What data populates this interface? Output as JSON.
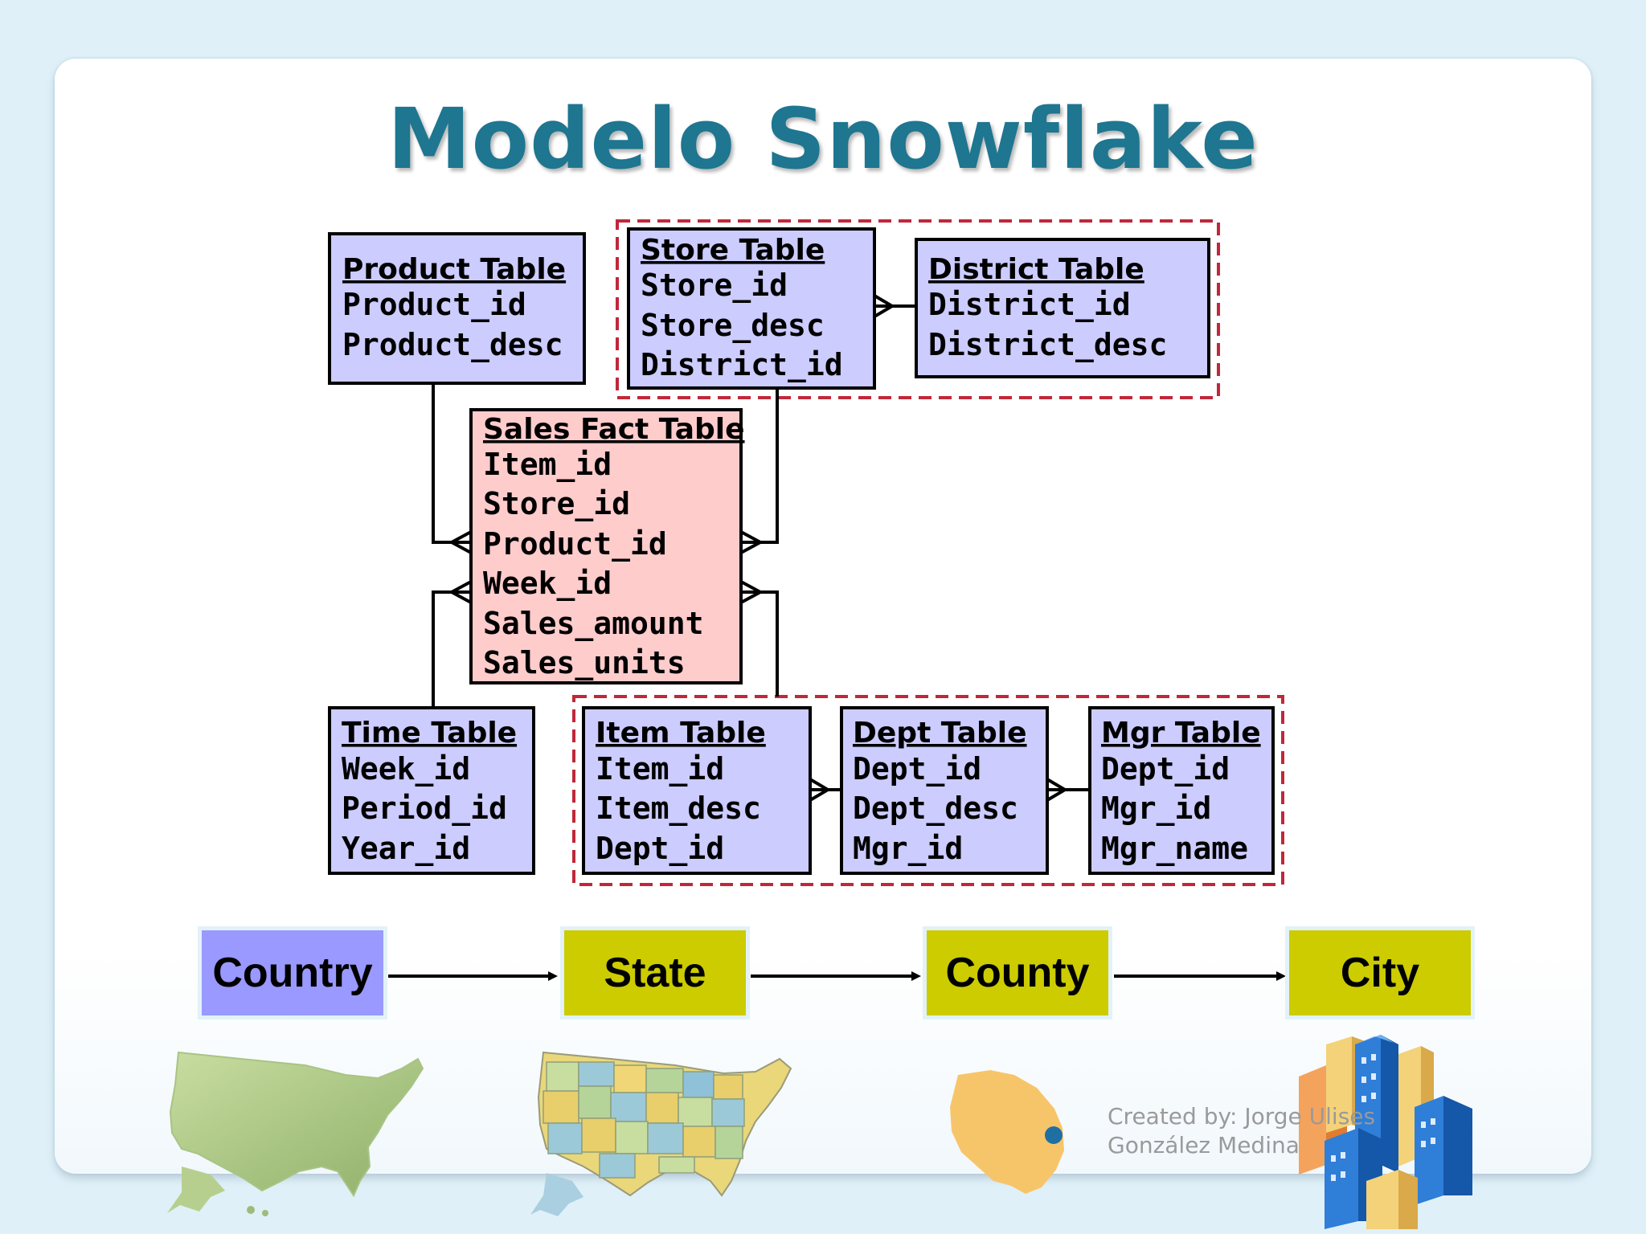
{
  "slide": {
    "title": "Modelo Snowflake",
    "credit_line1": "Created by: Jorge Ulises",
    "credit_line2": "González Medina"
  },
  "tables": {
    "product": {
      "title": "Product Table",
      "fields": [
        "Product_id",
        "Product_desc"
      ]
    },
    "store": {
      "title": "Store Table",
      "fields": [
        "Store_id",
        "Store_desc",
        "District_id"
      ]
    },
    "district": {
      "title": "District Table",
      "fields": [
        "District_id",
        "District_desc"
      ]
    },
    "sales": {
      "title": "Sales Fact Table",
      "fields": [
        "Item_id",
        "Store_id",
        "Product_id",
        "Week_id",
        "Sales_amount",
        "Sales_units"
      ]
    },
    "time": {
      "title": "Time Table",
      "fields": [
        "Week_id",
        "Period_id",
        "Year_id"
      ]
    },
    "item": {
      "title": "Item Table",
      "fields": [
        "Item_id",
        "Item_desc",
        "Dept_id"
      ]
    },
    "dept": {
      "title": "Dept Table",
      "fields": [
        "Dept_id",
        "Dept_desc",
        "Mgr_id"
      ]
    },
    "mgr": {
      "title": "Mgr Table",
      "fields": [
        "Dept_id",
        "Mgr_id",
        "Mgr_name"
      ]
    }
  },
  "hierarchy": {
    "levels": [
      "Country",
      "State",
      "County",
      "City"
    ]
  },
  "colors": {
    "title": "#1e7690",
    "dimension_table": "#ccccff",
    "fact_table": "#ffcccc",
    "snowflake_border": "#c0283a",
    "country_box": "#9999ff",
    "level_box": "#cccc00"
  },
  "icons": [
    "usa-map-icon",
    "usa-states-map-icon",
    "county-map-icon",
    "city-buildings-icon"
  ]
}
